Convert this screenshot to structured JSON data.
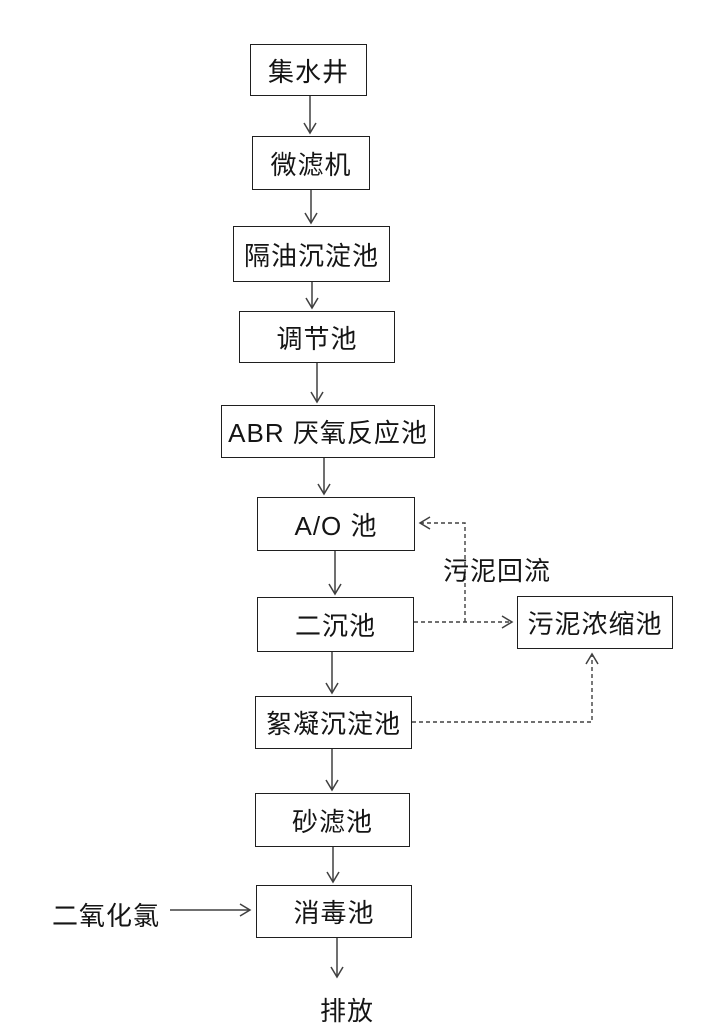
{
  "diagram": {
    "type": "flowchart",
    "background": "#ffffff",
    "line_color": "#404040",
    "box_border_color": "#1f1f1f",
    "box_fill": "#ffffff",
    "text_color": "#151515"
  },
  "nodes": [
    {
      "id": "collection-well",
      "label": "集水井"
    },
    {
      "id": "microfilter",
      "label": "微滤机"
    },
    {
      "id": "oil-separation-sedimentation-tank",
      "label": "隔油沉淀池"
    },
    {
      "id": "regulation-tank",
      "label": "调节池"
    },
    {
      "id": "abr-anaerobic-reaction-tank",
      "label": "ABR 厌氧反应池"
    },
    {
      "id": "ao-tank",
      "label": "A/O 池"
    },
    {
      "id": "secondary-sedimentation-tank",
      "label": "二沉池"
    },
    {
      "id": "sludge-thickening-tank",
      "label": "污泥浓缩池"
    },
    {
      "id": "flocculation-sedimentation-tank",
      "label": "絮凝沉淀池"
    },
    {
      "id": "sand-filter-tank",
      "label": "砂滤池"
    },
    {
      "id": "disinfection-tank",
      "label": "消毒池"
    }
  ],
  "annotations": {
    "sludge_return_label": "污泥回流",
    "chlorine_dioxide_label": "二氧化氯",
    "discharge_label": "排放"
  },
  "edges": [
    {
      "from": "集水井",
      "to": "微滤机",
      "style": "solid"
    },
    {
      "from": "微滤机",
      "to": "隔油沉淀池",
      "style": "solid"
    },
    {
      "from": "隔油沉淀池",
      "to": "调节池",
      "style": "solid"
    },
    {
      "from": "调节池",
      "to": "ABR 厌氧反应池",
      "style": "solid"
    },
    {
      "from": "ABR 厌氧反应池",
      "to": "A/O 池",
      "style": "solid"
    },
    {
      "from": "A/O 池",
      "to": "二沉池",
      "style": "solid"
    },
    {
      "from": "二沉池",
      "to": "絮凝沉淀池",
      "style": "solid"
    },
    {
      "from": "絮凝沉淀池",
      "to": "砂滤池",
      "style": "solid"
    },
    {
      "from": "砂滤池",
      "to": "消毒池",
      "style": "solid"
    },
    {
      "from": "消毒池",
      "to": "排放",
      "style": "solid"
    },
    {
      "from": "二氧化氯",
      "to": "消毒池",
      "style": "solid"
    },
    {
      "from": "二沉池",
      "to": "污泥浓缩池",
      "style": "dashed"
    },
    {
      "from": "二沉池",
      "to": "A/O 池",
      "style": "dashed",
      "label": "污泥回流"
    },
    {
      "from": "絮凝沉淀池",
      "to": "污泥浓缩池",
      "style": "dashed"
    }
  ]
}
